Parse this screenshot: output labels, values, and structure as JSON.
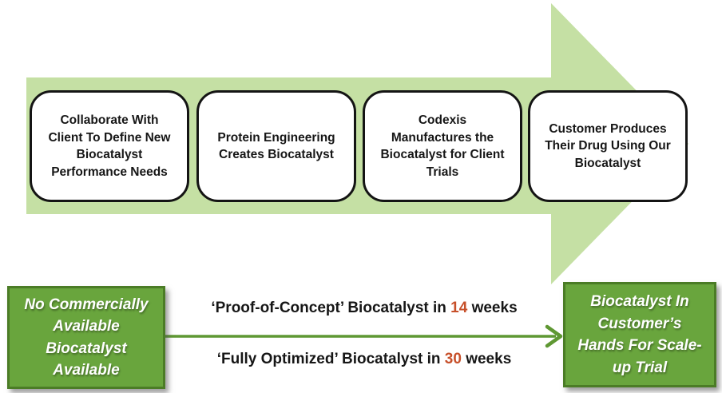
{
  "slide": {
    "process": {
      "steps": [
        {
          "lines": [
            "Collaborate With",
            "Client To Define New",
            "Biocatalyst",
            "Performance Needs"
          ]
        },
        {
          "lines": [
            "Protein Engineering",
            "Creates Biocatalyst"
          ]
        },
        {
          "lines": [
            "Codexis",
            "Manufactures the",
            "Biocatalyst for Client",
            "Trials"
          ]
        },
        {
          "lines": [
            "Customer Produces",
            "Their Drug Using Our",
            "Biocatalyst"
          ]
        }
      ]
    },
    "timeline": {
      "start_box": {
        "lines": [
          "No Commercially",
          "Available",
          "Biocatalyst",
          "Available"
        ]
      },
      "end_box": {
        "lines": [
          "Biocatalyst In",
          "Customer’s",
          "Hands For Scale-",
          "up Trial"
        ]
      },
      "milestones": [
        {
          "prefix": "‘Proof-of-Concept’ Biocatalyst in ",
          "value": "14",
          "suffix": " weeks"
        },
        {
          "prefix": "‘Fully Optimized’ Biocatalyst in ",
          "value": "30",
          "suffix": " weeks"
        }
      ]
    },
    "colors": {
      "process_arrow_fill": "#c5e0a4",
      "step_box_border": "#141414",
      "green_box_fill": "#69a53d",
      "green_box_border": "#4b7c26",
      "timeline_arrow_green": "#5f9833",
      "weeks_number_red": "#c7502a",
      "text_black": "#161616"
    }
  }
}
